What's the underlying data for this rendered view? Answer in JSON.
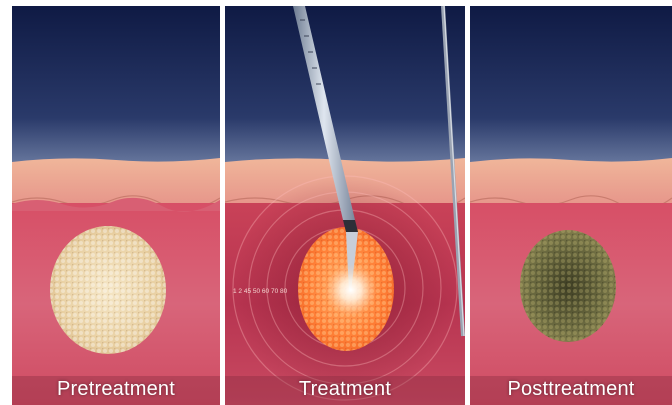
{
  "panels": [
    {
      "caption": "Pretreatment"
    },
    {
      "caption": "Treatment",
      "scale_text": "1 2 45 50 60 70 80"
    },
    {
      "caption": "Posttreatment"
    }
  ],
  "colors": {
    "sky_top": "#131f4a",
    "sky_bottom": "#5a6c93",
    "epidermis": "#e9a78b",
    "dermis": "#d65a6f",
    "pre_lesion": "#f0dcb5",
    "treat_lesion": "#ff8a3d",
    "post_lesion": "#6a6a40"
  }
}
